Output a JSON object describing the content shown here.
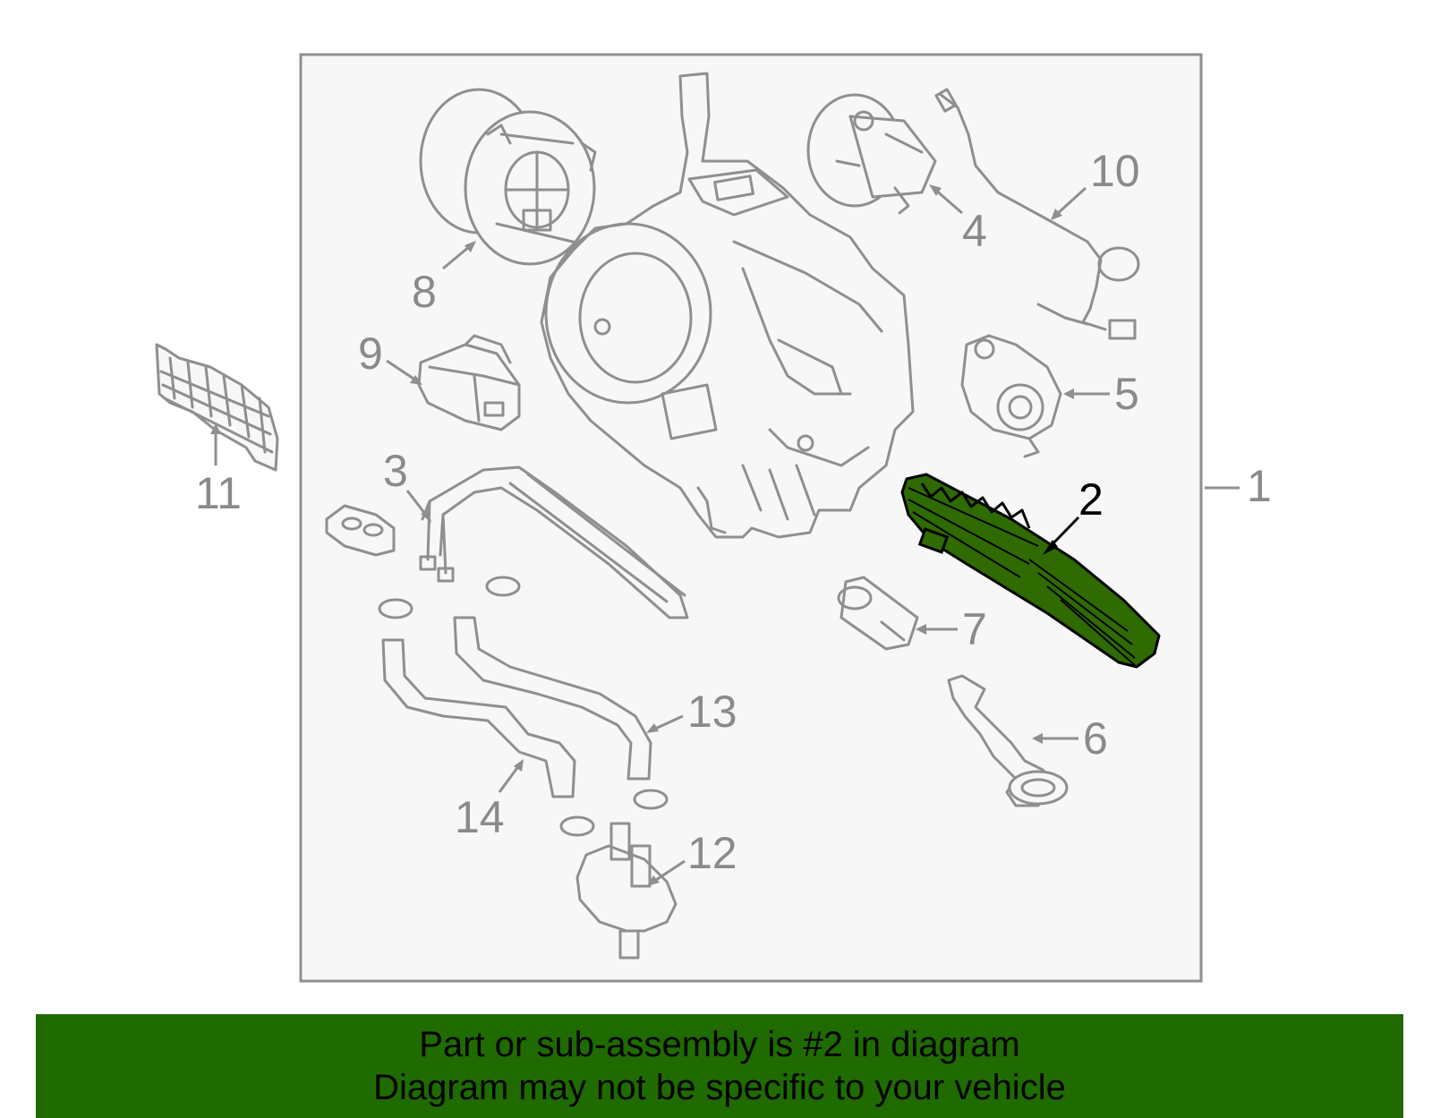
{
  "diagram": {
    "highlight_color": "#2f6b00",
    "callouts": [
      "1",
      "2",
      "3",
      "4",
      "5",
      "6",
      "7",
      "8",
      "9",
      "10",
      "11",
      "12",
      "13",
      "14"
    ],
    "highlighted_part": "2"
  },
  "banner": {
    "background": "#1f6b00",
    "line1": "Part or sub-assembly is #2 in diagram",
    "line2": "Diagram may not be specific to your vehicle"
  }
}
